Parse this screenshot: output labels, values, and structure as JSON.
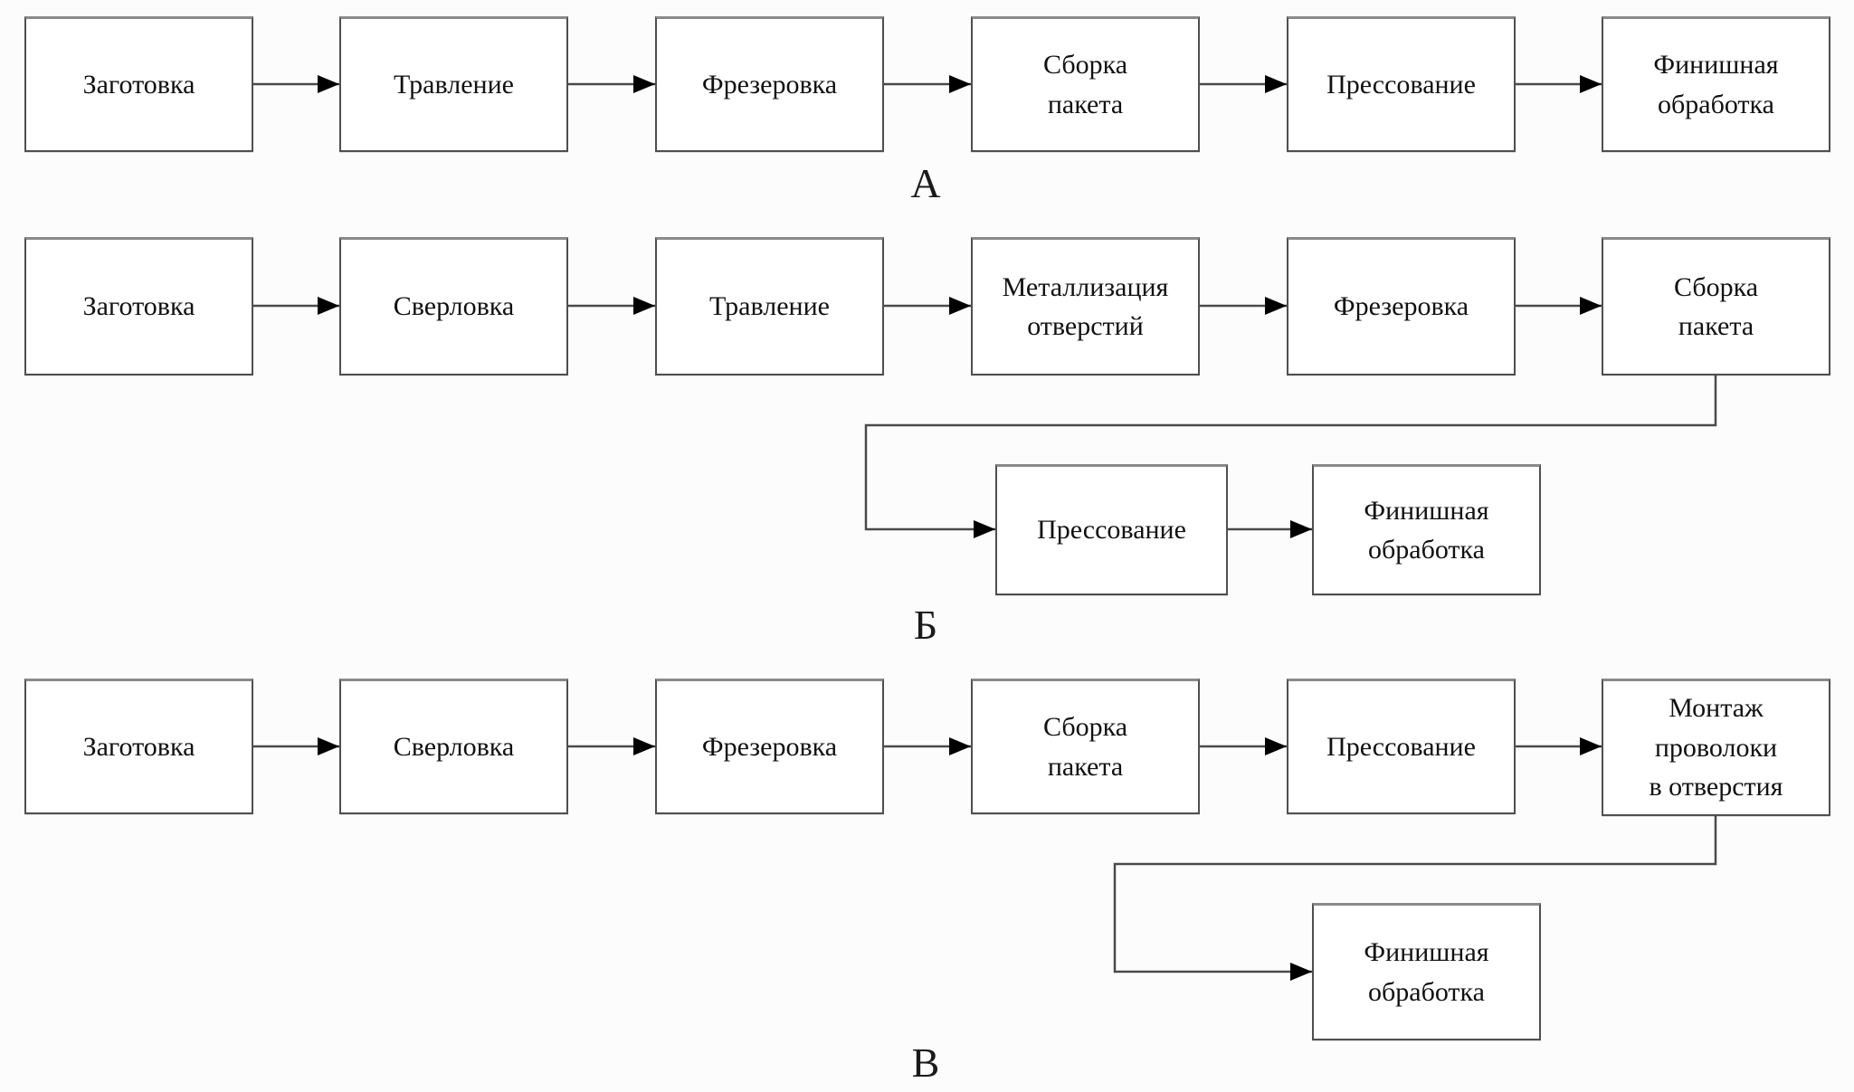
{
  "diagram": {
    "title_hidden": "",
    "colors": {
      "background": "#fcfcfd",
      "node_fill": "#ffffff",
      "node_border": "#4f4f4f",
      "node_border_top": "#8a8a8a",
      "line": "#4a4a4a",
      "arrowhead": "#000000",
      "text": "#111111"
    },
    "sections": [
      {
        "label": "А",
        "nodes": [
          "Заготовка",
          "Травление",
          "Фрезеровка",
          "Сборка\nпакета",
          "Прессование",
          "Финишная\nобработка"
        ]
      },
      {
        "label": "Б",
        "nodes": [
          "Заготовка",
          "Сверловка",
          "Травление",
          "Металлизация\nотверстий",
          "Фрезеровка",
          "Сборка\nпакета",
          "Прессование",
          "Финишная\nобработка"
        ]
      },
      {
        "label": "В",
        "nodes": [
          "Заготовка",
          "Сверловка",
          "Фрезеровка",
          "Сборка\nпакета",
          "Прессование",
          "Монтаж\nпроволоки\nв отверстия",
          "Финишная\nобработка"
        ]
      }
    ]
  }
}
